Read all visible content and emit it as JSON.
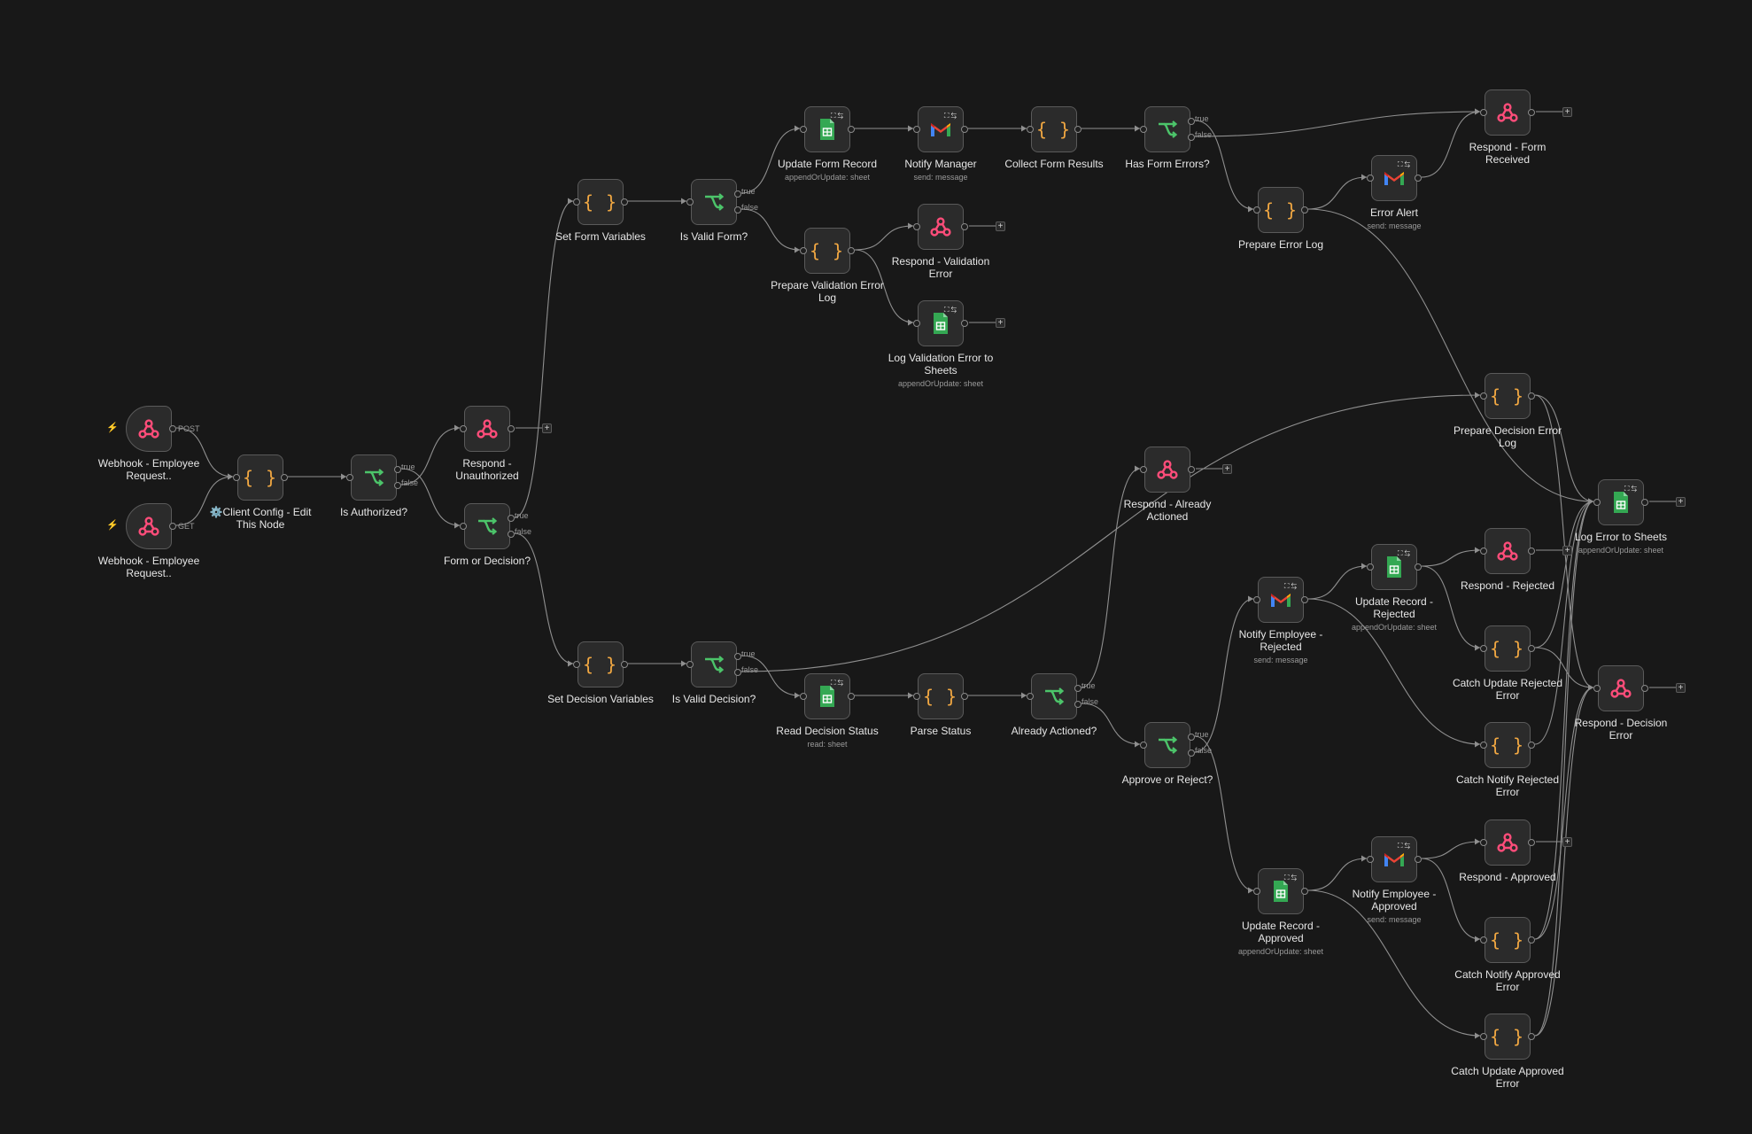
{
  "colors": {
    "canvas": "#181818",
    "node_bg": "#2b2b2b",
    "node_border": "#5a5a5a",
    "edge": "#8f8f8f",
    "webhook": "#ff4d7a",
    "code": "#f0a742",
    "if": "#4cc46a",
    "sheets": "#34a853",
    "trigger_bolt": "#ff6d3a"
  },
  "nodes": [
    {
      "id": "wh_post",
      "label": "Webhook - Employee Request..",
      "sub": "",
      "icon": "webhook-icon",
      "kind": "webhook",
      "trigger": true,
      "out": [
        "POST"
      ]
    },
    {
      "id": "wh_get",
      "label": "Webhook - Employee Request..",
      "sub": "",
      "icon": "webhook-icon",
      "kind": "webhook",
      "trigger": true,
      "out": [
        "GET"
      ]
    },
    {
      "id": "client_config",
      "label": "⚙️Client Config - Edit This Node",
      "sub": "",
      "icon": "code-icon",
      "kind": "code"
    },
    {
      "id": "is_authorized",
      "label": "Is Authorized?",
      "sub": "",
      "icon": "if-icon",
      "kind": "if",
      "out": [
        "true",
        "false"
      ]
    },
    {
      "id": "respond_unauth",
      "label": "Respond - Unauthorized",
      "sub": "",
      "icon": "webhook-icon",
      "kind": "webhook",
      "plus": true
    },
    {
      "id": "form_or_decision",
      "label": "Form or Decision?",
      "sub": "",
      "icon": "if-icon",
      "kind": "if",
      "out": [
        "true",
        "false"
      ]
    },
    {
      "id": "set_form_vars",
      "label": "Set Form Variables",
      "sub": "",
      "icon": "code-icon",
      "kind": "code"
    },
    {
      "id": "is_valid_form",
      "label": "Is Valid Form?",
      "sub": "",
      "icon": "if-icon",
      "kind": "if",
      "out": [
        "true",
        "false"
      ]
    },
    {
      "id": "update_form_record",
      "label": "Update Form Record",
      "sub": "appendOrUpdate: sheet",
      "icon": "sheets-icon",
      "kind": "sheets"
    },
    {
      "id": "notify_manager",
      "label": "Notify Manager",
      "sub": "send: message",
      "icon": "gmail-icon",
      "kind": "gmail"
    },
    {
      "id": "collect_form_results",
      "label": "Collect Form Results",
      "sub": "",
      "icon": "code-icon",
      "kind": "code"
    },
    {
      "id": "has_form_errors",
      "label": "Has Form Errors?",
      "sub": "",
      "icon": "if-icon",
      "kind": "if",
      "out": [
        "true",
        "false"
      ]
    },
    {
      "id": "respond_form_received",
      "label": "Respond - Form Received",
      "sub": "",
      "icon": "webhook-icon",
      "kind": "webhook",
      "plus": true
    },
    {
      "id": "prepare_error_log",
      "label": "Prepare Error Log",
      "sub": "",
      "icon": "code-icon",
      "kind": "code"
    },
    {
      "id": "error_alert",
      "label": "Error Alert",
      "sub": "send: message",
      "icon": "gmail-icon",
      "kind": "gmail"
    },
    {
      "id": "prepare_validation_error_log",
      "label": "Prepare Validation Error Log",
      "sub": "",
      "icon": "code-icon",
      "kind": "code"
    },
    {
      "id": "respond_validation_error",
      "label": "Respond - Validation Error",
      "sub": "",
      "icon": "webhook-icon",
      "kind": "webhook",
      "plus": true
    },
    {
      "id": "log_validation_error",
      "label": "Log Validation Error to Sheets",
      "sub": "appendOrUpdate: sheet",
      "icon": "sheets-icon",
      "kind": "sheets",
      "plus": true
    },
    {
      "id": "prepare_decision_error_log",
      "label": "Prepare Decision Error Log",
      "sub": "",
      "icon": "code-icon",
      "kind": "code"
    },
    {
      "id": "log_error_to_sheets",
      "label": "Log Error to Sheets",
      "sub": "appendOrUpdate: sheet",
      "icon": "sheets-icon",
      "kind": "sheets",
      "plus": true
    },
    {
      "id": "respond_already_actioned",
      "label": "Respond - Already Actioned",
      "sub": "",
      "icon": "webhook-icon",
      "kind": "webhook",
      "plus": true
    },
    {
      "id": "set_decision_vars",
      "label": "Set Decision Variables",
      "sub": "",
      "icon": "code-icon",
      "kind": "code"
    },
    {
      "id": "is_valid_decision",
      "label": "Is Valid Decision?",
      "sub": "",
      "icon": "if-icon",
      "kind": "if",
      "out": [
        "true",
        "false"
      ]
    },
    {
      "id": "read_decision_status",
      "label": "Read Decision Status",
      "sub": "read: sheet",
      "icon": "sheets-icon",
      "kind": "sheets"
    },
    {
      "id": "parse_status",
      "label": "Parse Status",
      "sub": "",
      "icon": "code-icon",
      "kind": "code"
    },
    {
      "id": "already_actioned",
      "label": "Already Actioned?",
      "sub": "",
      "icon": "if-icon",
      "kind": "if",
      "out": [
        "true",
        "false"
      ]
    },
    {
      "id": "approve_or_reject",
      "label": "Approve or Reject?",
      "sub": "",
      "icon": "if-icon",
      "kind": "if",
      "out": [
        "true",
        "false"
      ]
    },
    {
      "id": "notify_employee_rejected",
      "label": "Notify Employee - Rejected",
      "sub": "send: message",
      "icon": "gmail-icon",
      "kind": "gmail"
    },
    {
      "id": "update_record_rejected",
      "label": "Update Record - Rejected",
      "sub": "appendOrUpdate: sheet",
      "icon": "sheets-icon",
      "kind": "sheets"
    },
    {
      "id": "respond_rejected",
      "label": "Respond - Rejected",
      "sub": "",
      "icon": "webhook-icon",
      "kind": "webhook",
      "plus": true
    },
    {
      "id": "catch_update_rejected",
      "label": "Catch Update Rejected Error",
      "sub": "",
      "icon": "code-icon",
      "kind": "code"
    },
    {
      "id": "catch_notify_rejected",
      "label": "Catch Notify Rejected Error",
      "sub": "",
      "icon": "code-icon",
      "kind": "code"
    },
    {
      "id": "respond_decision_error",
      "label": "Respond - Decision Error",
      "sub": "",
      "icon": "webhook-icon",
      "kind": "webhook",
      "plus": true
    },
    {
      "id": "update_record_approved",
      "label": "Update Record - Approved",
      "sub": "appendOrUpdate: sheet",
      "icon": "sheets-icon",
      "kind": "sheets"
    },
    {
      "id": "notify_employee_approved",
      "label": "Notify Employee - Approved",
      "sub": "send: message",
      "icon": "gmail-icon",
      "kind": "gmail"
    },
    {
      "id": "respond_approved",
      "label": "Respond - Approved",
      "sub": "",
      "icon": "webhook-icon",
      "kind": "webhook",
      "plus": true
    },
    {
      "id": "catch_notify_approved",
      "label": "Catch Notify Approved Error",
      "sub": "",
      "icon": "code-icon",
      "kind": "code"
    },
    {
      "id": "catch_update_approved",
      "label": "Catch Update Approved Error",
      "sub": "",
      "icon": "code-icon",
      "kind": "code"
    }
  ],
  "connections": [
    {
      "from": "wh_post",
      "port": 0,
      "to": "client_config"
    },
    {
      "from": "wh_get",
      "port": 0,
      "to": "client_config"
    },
    {
      "from": "client_config",
      "port": 0,
      "to": "is_authorized"
    },
    {
      "from": "is_authorized",
      "port": 0,
      "to": "form_or_decision"
    },
    {
      "from": "is_authorized",
      "port": 1,
      "to": "respond_unauth"
    },
    {
      "from": "form_or_decision",
      "port": 0,
      "to": "set_form_vars"
    },
    {
      "from": "form_or_decision",
      "port": 1,
      "to": "set_decision_vars"
    },
    {
      "from": "set_form_vars",
      "port": 0,
      "to": "is_valid_form"
    },
    {
      "from": "is_valid_form",
      "port": 0,
      "to": "update_form_record"
    },
    {
      "from": "is_valid_form",
      "port": 1,
      "to": "prepare_validation_error_log"
    },
    {
      "from": "update_form_record",
      "port": 0,
      "to": "notify_manager"
    },
    {
      "from": "notify_manager",
      "port": 0,
      "to": "collect_form_results"
    },
    {
      "from": "collect_form_results",
      "port": 0,
      "to": "has_form_errors"
    },
    {
      "from": "has_form_errors",
      "port": 0,
      "to": "prepare_error_log"
    },
    {
      "from": "has_form_errors",
      "port": 1,
      "to": "respond_form_received"
    },
    {
      "from": "prepare_error_log",
      "port": 0,
      "to": "error_alert"
    },
    {
      "from": "prepare_error_log",
      "port": 0,
      "to": "log_error_to_sheets"
    },
    {
      "from": "error_alert",
      "port": 0,
      "to": "respond_form_received"
    },
    {
      "from": "prepare_validation_error_log",
      "port": 0,
      "to": "respond_validation_error"
    },
    {
      "from": "prepare_validation_error_log",
      "port": 0,
      "to": "log_validation_error"
    },
    {
      "from": "set_decision_vars",
      "port": 0,
      "to": "is_valid_decision"
    },
    {
      "from": "is_valid_decision",
      "port": 0,
      "to": "read_decision_status"
    },
    {
      "from": "is_valid_decision",
      "port": 1,
      "to": "prepare_decision_error_log"
    },
    {
      "from": "read_decision_status",
      "port": 0,
      "to": "parse_status"
    },
    {
      "from": "parse_status",
      "port": 0,
      "to": "already_actioned"
    },
    {
      "from": "already_actioned",
      "port": 0,
      "to": "respond_already_actioned"
    },
    {
      "from": "already_actioned",
      "port": 1,
      "to": "approve_or_reject"
    },
    {
      "from": "approve_or_reject",
      "port": 0,
      "to": "update_record_approved"
    },
    {
      "from": "approve_or_reject",
      "port": 1,
      "to": "notify_employee_rejected"
    },
    {
      "from": "notify_employee_rejected",
      "port": 0,
      "to": "update_record_rejected"
    },
    {
      "from": "notify_employee_rejected",
      "port": 0,
      "to": "catch_notify_rejected"
    },
    {
      "from": "update_record_rejected",
      "port": 0,
      "to": "respond_rejected"
    },
    {
      "from": "update_record_rejected",
      "port": 0,
      "to": "catch_update_rejected"
    },
    {
      "from": "update_record_approved",
      "port": 0,
      "to": "notify_employee_approved"
    },
    {
      "from": "update_record_approved",
      "port": 0,
      "to": "catch_update_approved"
    },
    {
      "from": "notify_employee_approved",
      "port": 0,
      "to": "respond_approved"
    },
    {
      "from": "notify_employee_approved",
      "port": 0,
      "to": "catch_notify_approved"
    },
    {
      "from": "prepare_decision_error_log",
      "port": 0,
      "to": "log_error_to_sheets"
    },
    {
      "from": "prepare_decision_error_log",
      "port": 0,
      "to": "respond_decision_error"
    },
    {
      "from": "catch_update_rejected",
      "port": 0,
      "to": "log_error_to_sheets"
    },
    {
      "from": "catch_update_rejected",
      "port": 0,
      "to": "respond_decision_error"
    },
    {
      "from": "catch_notify_rejected",
      "port": 0,
      "to": "log_error_to_sheets"
    },
    {
      "from": "catch_notify_approved",
      "port": 0,
      "to": "log_error_to_sheets"
    },
    {
      "from": "catch_notify_approved",
      "port": 0,
      "to": "respond_decision_error"
    },
    {
      "from": "catch_update_approved",
      "port": 0,
      "to": "log_error_to_sheets"
    },
    {
      "from": "catch_update_approved",
      "port": 0,
      "to": "respond_decision_error"
    }
  ]
}
